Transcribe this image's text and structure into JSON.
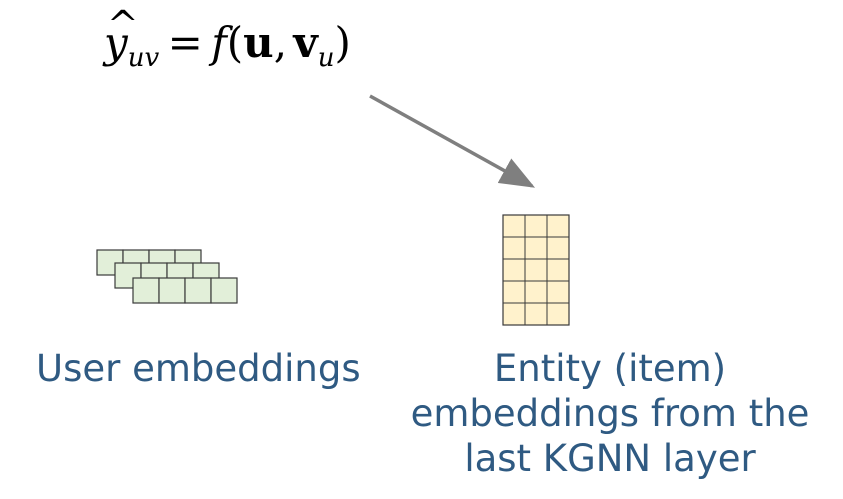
{
  "formula": {
    "y": "y",
    "hat": "^",
    "y_sub": "uv",
    "eq": "=",
    "f": "f",
    "open": "(",
    "u": "u",
    "comma": ",",
    "v": "v",
    "v_sub": "u",
    "close": ")"
  },
  "user_embeddings": {
    "label": "User embeddings",
    "fill": "#e2efd9",
    "stroke": "#3a3a3a",
    "layers": 3,
    "cells_per_row": 4
  },
  "entity_embeddings": {
    "label_lines": [
      "Entity (item)",
      "embeddings from the",
      "last KGNN layer"
    ],
    "fill": "#fff2cc",
    "stroke": "#3a3a3a",
    "rows": 5,
    "cols": 3
  },
  "arrow": {
    "color": "#7f7f7f"
  },
  "colors": {
    "caption": "#2f5a82"
  }
}
